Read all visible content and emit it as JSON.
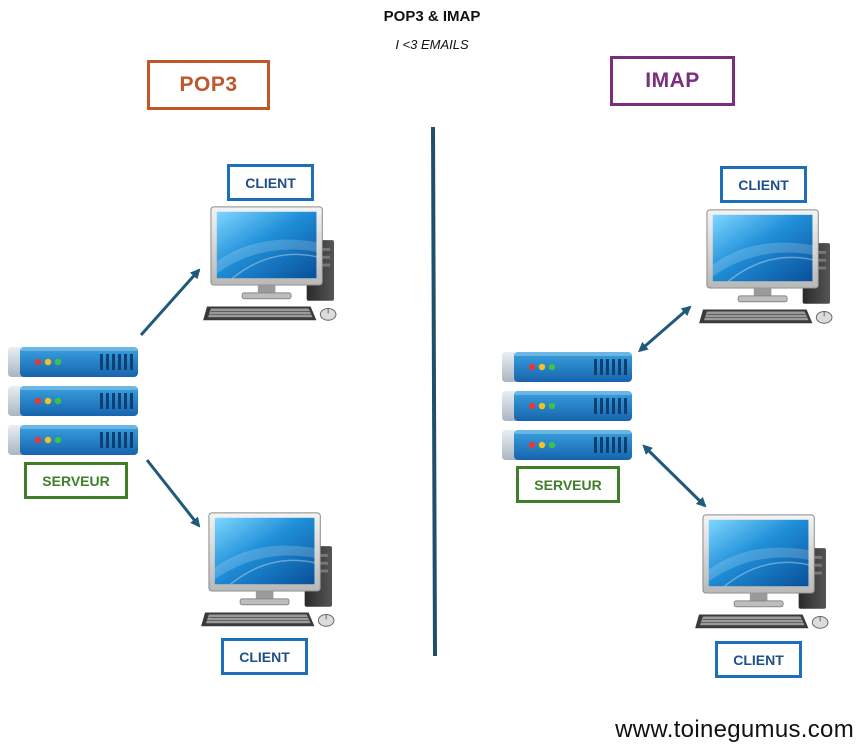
{
  "header": {
    "title": "POP3 & IMAP",
    "subtitle": "I <3 EMAILS"
  },
  "pop3": {
    "title": "POP3",
    "title_color": "#c0562a",
    "server_label": "SERVEUR",
    "client_top_label": "CLIENT",
    "client_bottom_label": "CLIENT",
    "flow": "one-way (server to clients)"
  },
  "imap": {
    "title": "IMAP",
    "title_color": "#7b2d7e",
    "server_label": "SERVEUR",
    "client_top_label": "CLIENT",
    "client_bottom_label": "CLIENT",
    "flow": "two-way (server and clients)"
  },
  "colors": {
    "client_border": "#1f6fb8",
    "client_text": "#1f4f8a",
    "server_border": "#3f7f2a",
    "server_text": "#3f7f2a",
    "arrow": "#1f5a7a",
    "divider": "#1f4f6a"
  },
  "icons": [
    "server-icon",
    "computer-icon"
  ],
  "footer": {
    "watermark": "www.toinegumus.com"
  }
}
